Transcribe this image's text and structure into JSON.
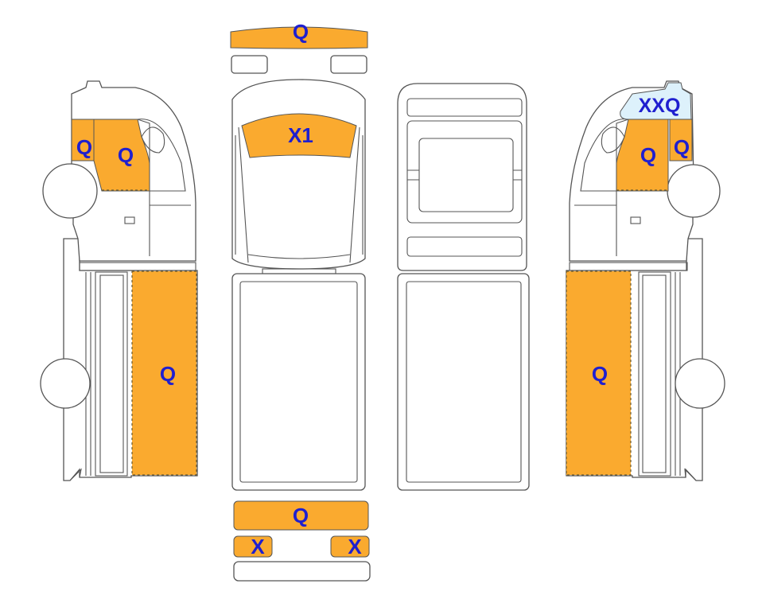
{
  "colors": {
    "damage_fill": "#FAAA2F",
    "light_fill": "#DDF1FB",
    "label_text": "#1F1FCF",
    "outline": "#555555",
    "background": "#FFFFFF"
  },
  "views": {
    "left_side": {
      "cab_front_label": "Q",
      "cab_rear_label": "Q",
      "box_label": "Q"
    },
    "top": {
      "front_bumper_label": "Q",
      "windshield_label": "X1",
      "rear_bumper_label": "Q",
      "rear_left_light_label": "X",
      "rear_right_light_label": "X"
    },
    "roof": {},
    "right_side": {
      "roof_corner_label": "XXQ",
      "cab_rear_label": "Q",
      "cab_front_label": "Q",
      "box_label": "Q"
    }
  }
}
